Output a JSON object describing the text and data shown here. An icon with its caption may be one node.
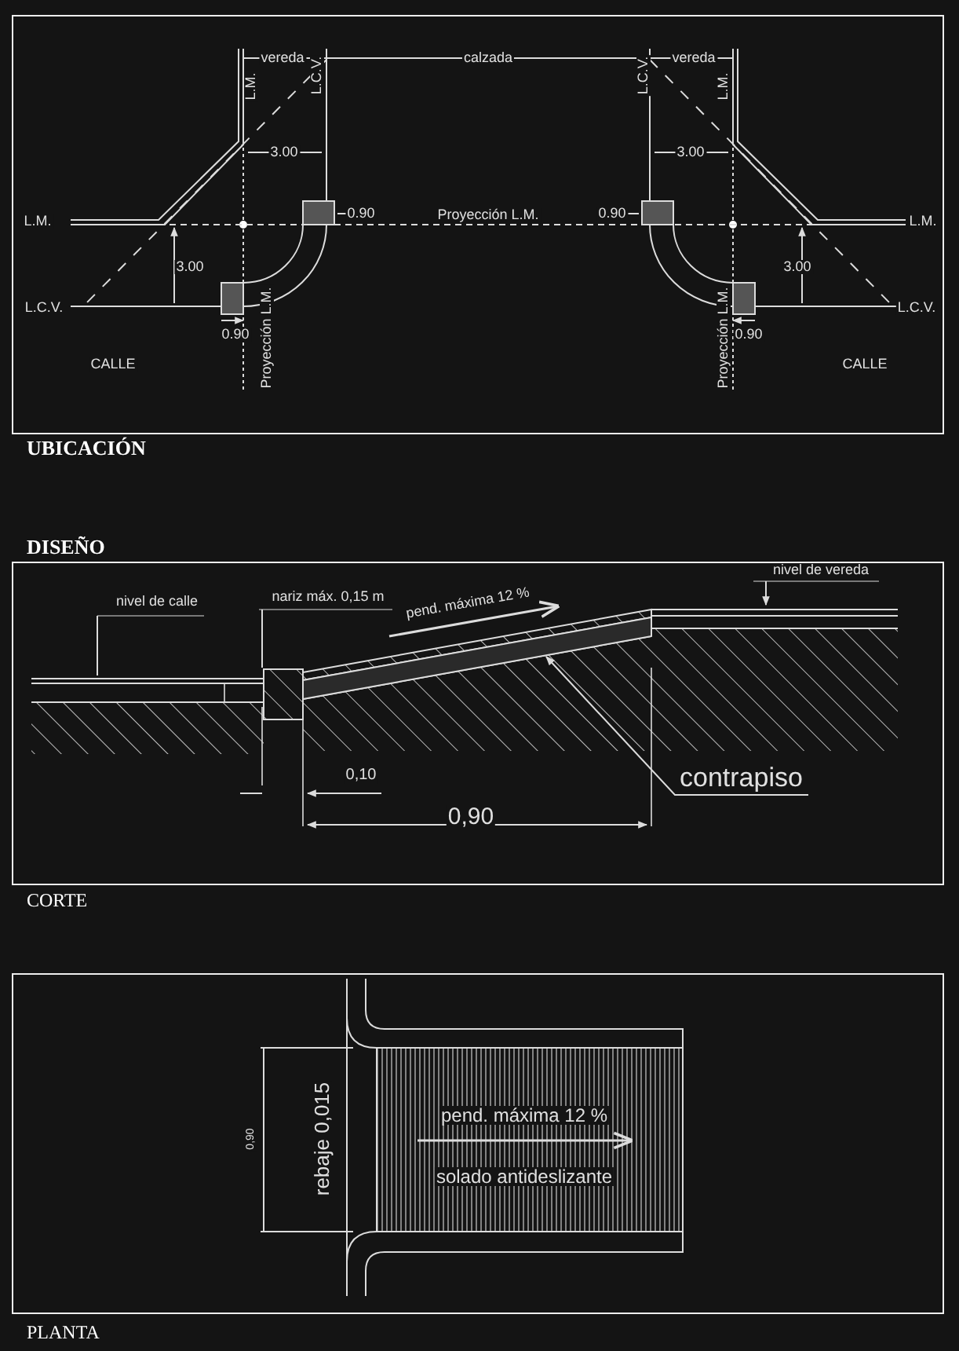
{
  "diagram": {
    "nodes": [
      {
        "text": [
          "contrapiso"
        ]
      },
      {
        "text": [],
        "shape": "bar"
      }
    ],
    "edges": [
      {
        "from": 0,
        "to": 1,
        "arrow": "to"
      }
    ],
    "labels": [
      "vereda",
      "calzada",
      "vereda",
      "L.M.",
      "L.C.V.",
      "L.C.V.",
      "L.M.",
      "3.00",
      "3.00",
      "L.M.",
      "0.90",
      "Proyección L.M.",
      "0.90",
      "L.M.",
      "3.00",
      "3.00",
      "L.C.V.",
      "L.C.V.",
      "0.90",
      "0.90",
      "CALLE",
      "Proyección L.M.",
      "Proyección L.M.",
      "CALLE",
      "UBICACIÓN",
      "DISEÑO",
      "nivel de calle",
      "nariz máx. 0,15 m",
      "nivel de vereda",
      "pend. máxima 12 %",
      "0,10",
      "0,90",
      "CORTE",
      "0,90",
      "rebaje 0,015",
      "pend. máxima 12 %",
      "solado antideslizante",
      "PLANTA"
    ]
  }
}
